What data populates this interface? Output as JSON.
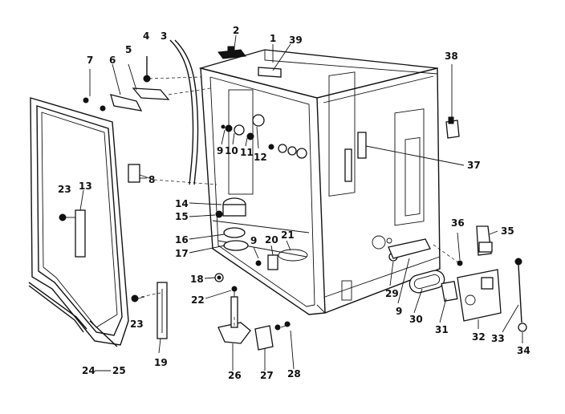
{
  "diagram": {
    "callouts": {
      "c1": "1",
      "c2": "2",
      "c3": "3",
      "c4": "4",
      "c5": "5",
      "c6": "6",
      "c7": "7",
      "c8": "8",
      "c9a": "9",
      "c9b": "9",
      "c9c": "9",
      "c10": "10",
      "c11": "11",
      "c12": "12",
      "c13": "13",
      "c14": "14",
      "c15": "15",
      "c16": "16",
      "c17": "17",
      "c18": "18",
      "c19": "19",
      "c20": "20",
      "c21": "21",
      "c22": "22",
      "c23a": "23",
      "c23b": "23",
      "c24": "24",
      "c25": "25",
      "c26": "26",
      "c27": "27",
      "c28": "28",
      "c29": "29",
      "c30": "30",
      "c31": "31",
      "c32": "32",
      "c33": "33",
      "c34": "34",
      "c35": "35",
      "c36": "36",
      "c37": "37",
      "c38": "38",
      "c39": "39"
    }
  }
}
